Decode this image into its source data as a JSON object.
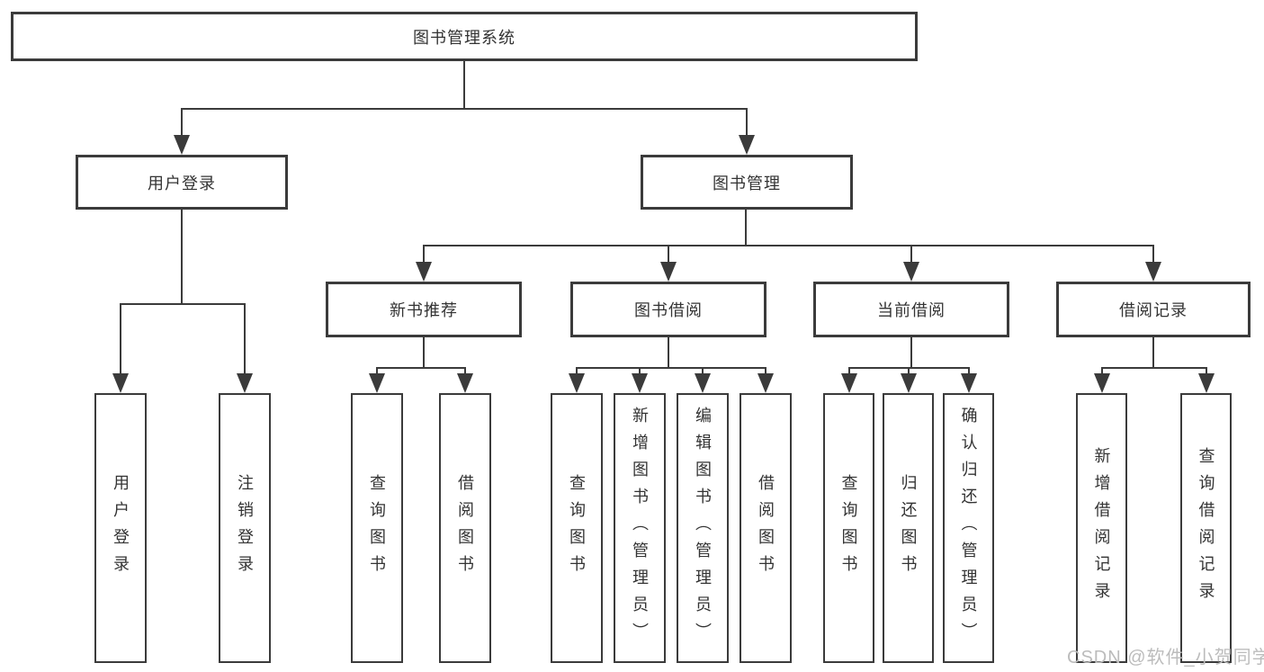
{
  "diagram": {
    "title": "图书管理系统",
    "level2": {
      "user_login": "用户登录",
      "book_mgmt": "图书管理"
    },
    "level3": {
      "new_books": "新书推荐",
      "borrow": "图书借阅",
      "current": "当前借阅",
      "records": "借阅记录"
    },
    "leaves": {
      "user_login": [
        "用户登录",
        "注销登录"
      ],
      "new_books": [
        "查询图书",
        "借阅图书"
      ],
      "borrow": [
        "查询图书",
        "新增图书（管理员）",
        "编辑图书（管理员）",
        "借阅图书"
      ],
      "current": [
        "查询图书",
        "归还图书",
        "确认归还（管理员）"
      ],
      "records": [
        "新增借阅记录",
        "查询借阅记录"
      ]
    },
    "line_color": "#3b3b3b"
  },
  "watermark": "CSDN @软件_小贺同学"
}
